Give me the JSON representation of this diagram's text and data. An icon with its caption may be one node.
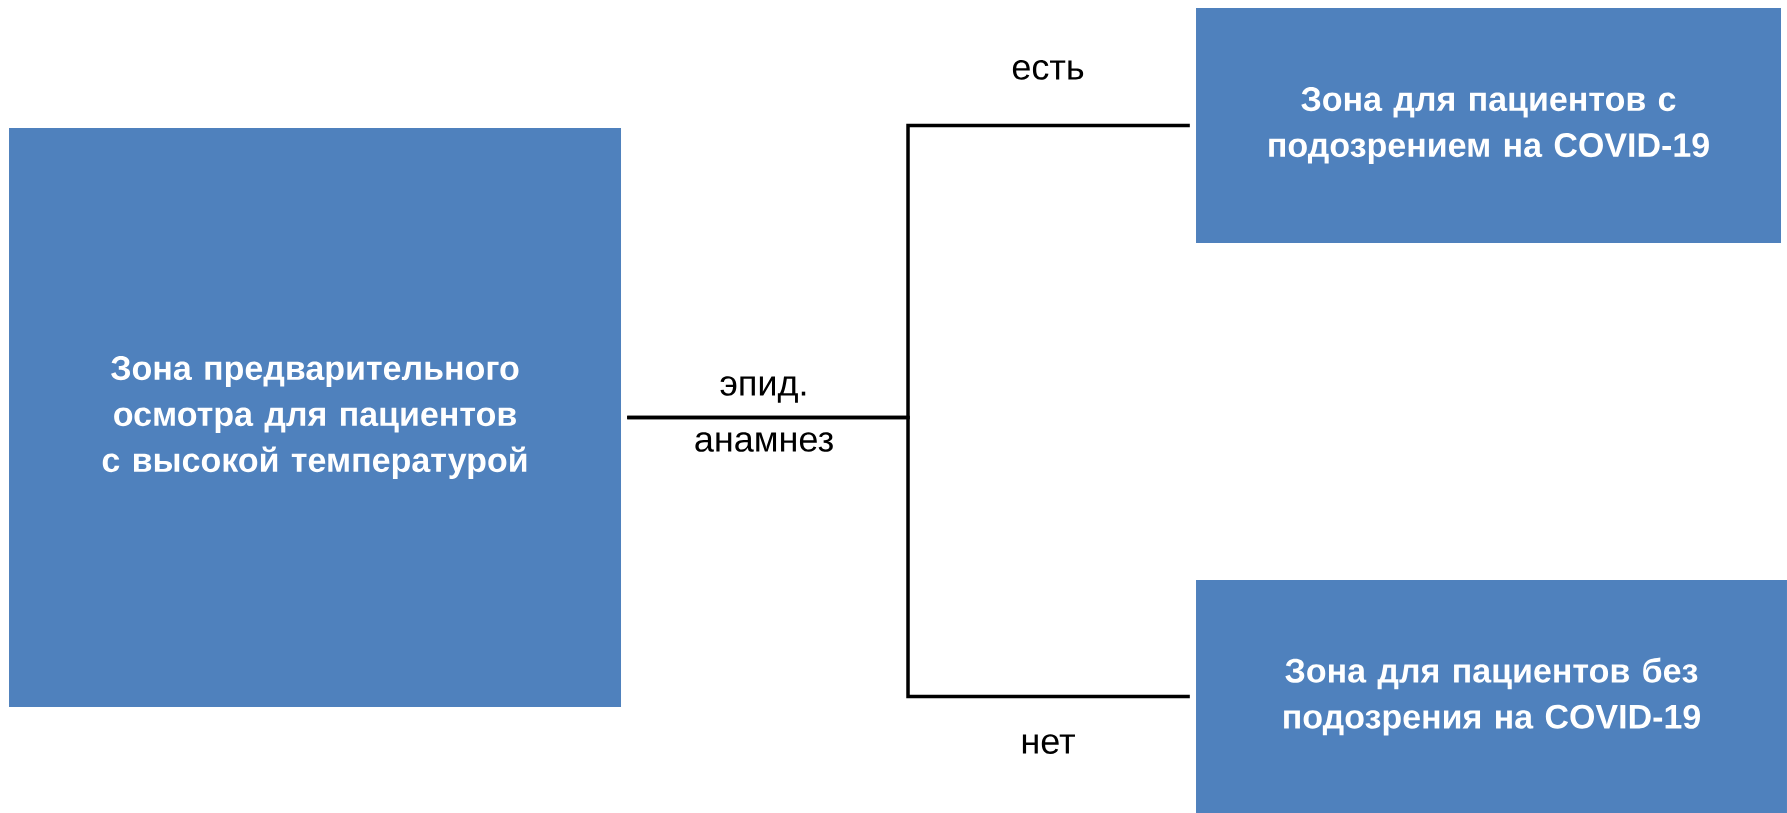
{
  "diagram": {
    "nodes": [
      {
        "text": [
          "Зона предварительного осмотра для пациентов с высокой температурой"
        ]
      },
      {
        "text": [
          "Зона для пациентов с подозрением на COVID-19"
        ]
      },
      {
        "text": [
          "Зона для пациентов без подозрения на COVID-19"
        ]
      }
    ],
    "edges": [
      {
        "from": 0,
        "to": 1,
        "arrow": "none",
        "label": "есть"
      },
      {
        "from": 0,
        "to": 2,
        "arrow": "none",
        "label": "нет"
      }
    ],
    "labels": [
      "эпид. анамнез"
    ]
  }
}
